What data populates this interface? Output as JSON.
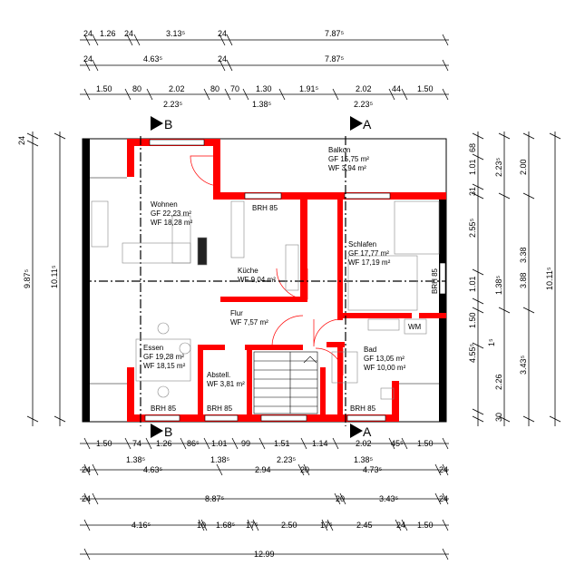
{
  "top_dims": {
    "row1": [
      "24",
      "1.26",
      "24",
      "3.13⁵",
      "24",
      "7.87⁵"
    ],
    "row2": [
      "24",
      "4.63⁵",
      "24",
      "7.87⁵"
    ],
    "row3": [
      "1.50",
      "80",
      "2.02",
      "80",
      "70",
      "1.30",
      "1.91⁵",
      "2.02",
      "44",
      "1.50"
    ],
    "row3_sub": [
      "2.23⁵",
      "1.38⁵",
      "2.23⁵"
    ]
  },
  "bottom_dims": {
    "row1": [
      "1.50",
      "74",
      "1.26",
      "86⁵",
      "1.01",
      "99",
      "1.51",
      "1.14",
      "2.02",
      "45⁵",
      "1.50"
    ],
    "row1_sub": [
      "1.38⁵",
      "1.38⁵",
      "2.23⁵",
      "1.38⁵"
    ],
    "row2": [
      "24",
      "4.63⁵",
      "2.94",
      "20",
      "4.73⁵",
      "24"
    ],
    "row3": [
      "24",
      "8.87⁵",
      "20",
      "3.43⁵",
      "24"
    ],
    "row4": [
      "4.16⁵",
      "10",
      "1.68⁵",
      "17⁵",
      "2.50",
      "17⁵",
      "2.45",
      "24",
      "1.50"
    ],
    "row5": [
      "12.99"
    ]
  },
  "left_dims": [
    "24",
    "9.87⁵",
    "10.11⁵"
  ],
  "right_dims": {
    "col1": [
      "68",
      "1.01",
      "31",
      "2.55⁵",
      "1.01",
      "1.50",
      "1⁵",
      "4.55⁵",
      "2.26",
      "30"
    ],
    "col2": [
      "2.23⁵",
      "1.38⁵",
      "3.43⁵"
    ],
    "col3": [
      "2.00",
      "3.38",
      "3.88"
    ],
    "col4": [
      "10.11⁵"
    ]
  },
  "section_marks": {
    "a_top": "A",
    "b_top": "B",
    "a_bottom": "A",
    "b_bottom": "B"
  },
  "rooms": {
    "balkon": {
      "name": "Balkon",
      "gf": "GF 15,75 m²",
      "wf": "WF 3,94 m²"
    },
    "wohnen": {
      "name": "Wohnen",
      "gf": "GF 22,23 m²",
      "wf": "WF 18,28 m²"
    },
    "kueche": {
      "name": "Küche",
      "wf": "WF 9,04 m²"
    },
    "schlafen": {
      "name": "Schlafen",
      "gf": "GF 17,77 m²",
      "wf": "WF 17,19 m²"
    },
    "flur": {
      "name": "Flur",
      "wf": "WF 7,57 m²"
    },
    "essen": {
      "name": "Essen",
      "gf": "GF 19,28 m²",
      "wf": "WF 18,15 m²"
    },
    "abstell": {
      "name": "Abstell.",
      "wf": "WF 3,81 m²"
    },
    "bad": {
      "name": "Bad",
      "gf": "GF 13,05 m²",
      "wf": "WF 10,00 m²"
    }
  },
  "brh_labels": [
    "BRH 85",
    "BRH 85",
    "BRH 85",
    "BRH 85",
    "BRH 85"
  ],
  "appliance_labels": {
    "wm": "WM"
  },
  "colors": {
    "wall": "#ff0000",
    "outer_wall": "#000000",
    "line": "#000000"
  }
}
